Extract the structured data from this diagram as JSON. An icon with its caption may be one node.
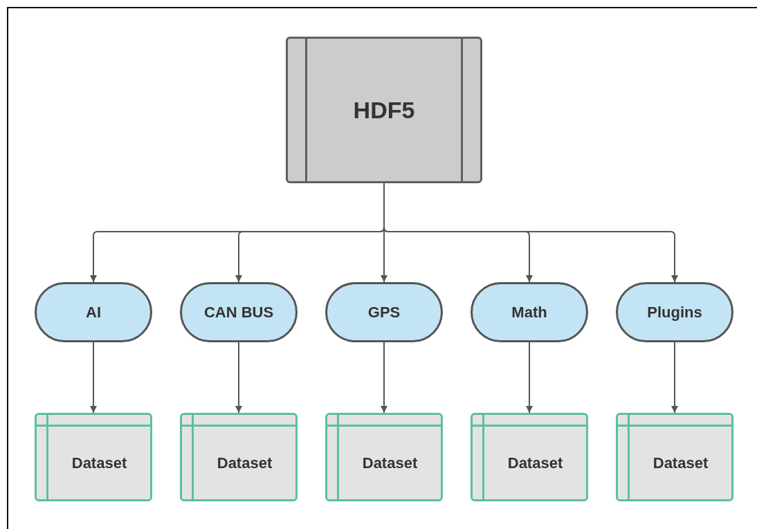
{
  "diagram": {
    "nodes": [
      {
        "text": [
          "HDF5"
        ]
      },
      {
        "text": [
          "AI"
        ]
      },
      {
        "text": [
          "CAN BUS"
        ]
      },
      {
        "text": [
          "GPS"
        ]
      },
      {
        "text": [
          "Math"
        ]
      },
      {
        "text": [
          "Plugins"
        ]
      },
      {
        "text": [
          "Dataset"
        ]
      },
      {
        "text": [
          "Dataset"
        ]
      },
      {
        "text": [
          "Dataset"
        ]
      },
      {
        "text": [
          "Dataset"
        ]
      },
      {
        "text": [
          "Dataset"
        ]
      }
    ],
    "edges": [
      {
        "from": 0,
        "to": 1,
        "arrow": "to"
      },
      {
        "from": 0,
        "to": 2,
        "arrow": "to"
      },
      {
        "from": 0,
        "to": 3,
        "arrow": "to"
      },
      {
        "from": 0,
        "to": 4,
        "arrow": "to"
      },
      {
        "from": 0,
        "to": 5,
        "arrow": "to"
      },
      {
        "from": 1,
        "to": 6,
        "arrow": "to"
      },
      {
        "from": 2,
        "to": 7,
        "arrow": "to"
      },
      {
        "from": 3,
        "to": 8,
        "arrow": "to"
      },
      {
        "from": 4,
        "to": 9,
        "arrow": "to"
      },
      {
        "from": 5,
        "to": 10,
        "arrow": "to"
      }
    ]
  }
}
